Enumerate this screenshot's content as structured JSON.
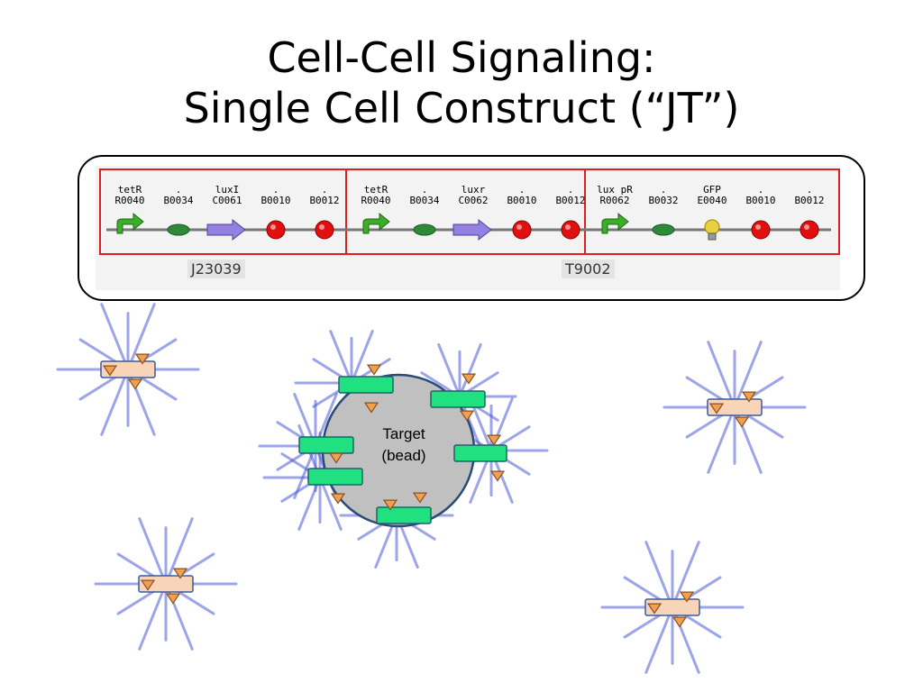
{
  "slide": {
    "title_line1": "Cell-Cell Signaling:",
    "title_line2": "Single Cell Construct (“JT”)"
  },
  "construct": {
    "groups": [
      {
        "label": "",
        "parts": [
          {
            "name": "tetR",
            "id": "R0040",
            "type": "promoter"
          },
          {
            "name": ".",
            "id": "B0034",
            "type": "rbs"
          },
          {
            "name": "luxI",
            "id": "C0061",
            "type": "cds"
          },
          {
            "name": ".",
            "id": "B0010",
            "type": "terminator"
          },
          {
            "name": ".",
            "id": "B0012",
            "type": "terminator"
          }
        ]
      },
      {
        "label": "",
        "parts": [
          {
            "name": "tetR",
            "id": "R0040",
            "type": "promoter"
          },
          {
            "name": ".",
            "id": "B0034",
            "type": "rbs"
          },
          {
            "name": "luxr",
            "id": "C0062",
            "type": "cds"
          },
          {
            "name": ".",
            "id": "B0010",
            "type": "terminator"
          },
          {
            "name": ".",
            "id": "B0012",
            "type": "terminator"
          }
        ]
      },
      {
        "label": "",
        "parts": [
          {
            "name": "lux pR",
            "id": "R0062",
            "type": "promoter"
          },
          {
            "name": ".",
            "id": "B0032",
            "type": "rbs"
          },
          {
            "name": "GFP",
            "id": "E0040",
            "type": "reporter"
          },
          {
            "name": ".",
            "id": "B0010",
            "type": "terminator"
          },
          {
            "name": ".",
            "id": "B0012",
            "type": "terminator"
          }
        ]
      }
    ],
    "label_left": "J23039",
    "label_right": "T9002"
  },
  "bead": {
    "line1": "Target",
    "line2": "(bead)"
  },
  "colors": {
    "promoter": "#3cae28",
    "rbs": "#2e8a3a",
    "cds": "#9480e0",
    "terminator": "#e01010",
    "reporter": "#e8d040",
    "group_border": "#e02020",
    "bead_fill": "#c0c0c0",
    "bead_stroke": "#2a4a78",
    "cell_fill": "#f8d4b8",
    "cell_stroke": "#3a5aa0",
    "marker_fill": "#f0a050",
    "receptor_fill": "#20e080",
    "ray_color": "#4a5ad8"
  },
  "icons": {
    "promoter": "bent-arrow-icon",
    "rbs": "oval-icon",
    "cds": "block-arrow-icon",
    "terminator": "red-ball-icon",
    "reporter": "light-bulb-icon",
    "marker": "triangle-icon"
  }
}
